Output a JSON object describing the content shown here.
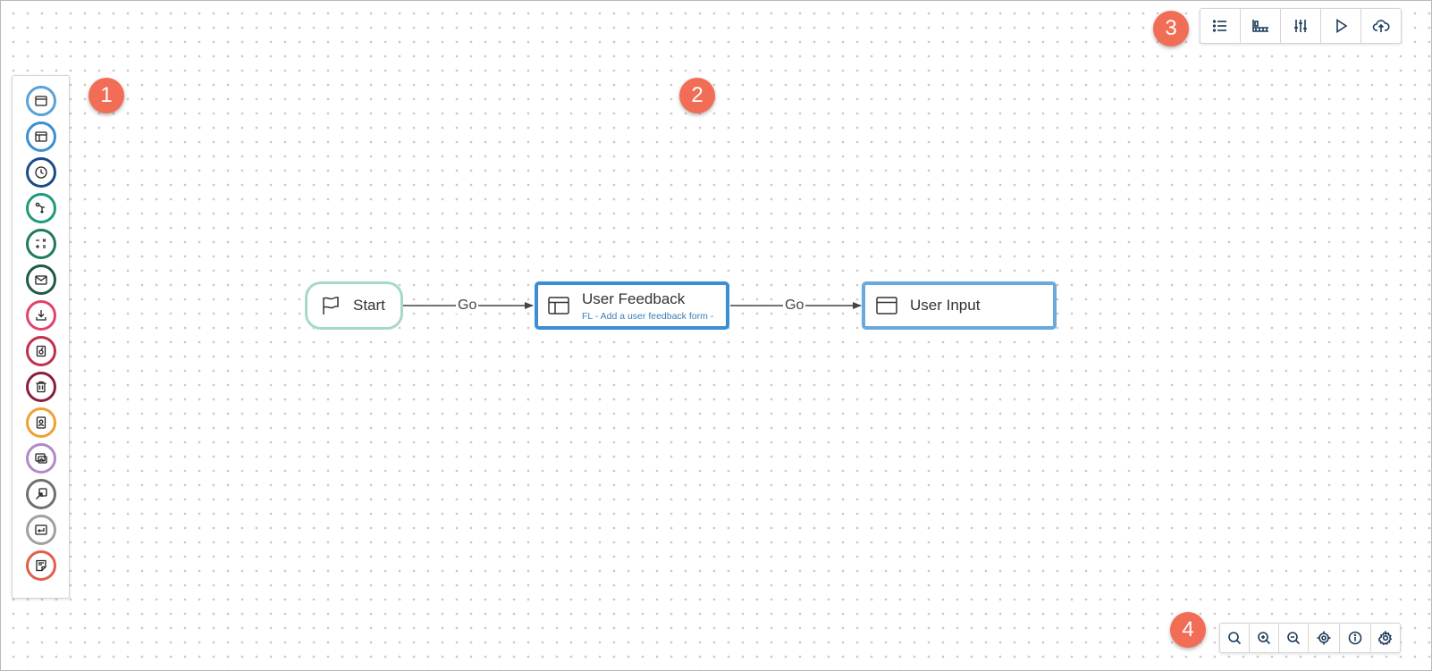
{
  "badges": [
    "1",
    "2",
    "3",
    "4"
  ],
  "palette": {
    "items": [
      {
        "name": "screen-icon",
        "color": "#5aa2d8"
      },
      {
        "name": "form-layout-icon",
        "color": "#3c8fd0"
      },
      {
        "name": "clock-icon",
        "color": "#1d4a8a"
      },
      {
        "name": "branch-icon",
        "color": "#1f9a7a"
      },
      {
        "name": "calculator-icon",
        "color": "#1f7a5a"
      },
      {
        "name": "mail-icon",
        "color": "#1d5a44"
      },
      {
        "name": "download-icon",
        "color": "#e0446a"
      },
      {
        "name": "document-edit-icon",
        "color": "#c0304a"
      },
      {
        "name": "trash-icon",
        "color": "#8a1f3a"
      },
      {
        "name": "contact-card-icon",
        "color": "#f0a030"
      },
      {
        "name": "image-gallery-icon",
        "color": "#b08ac8"
      },
      {
        "name": "external-link-icon",
        "color": "#707070"
      },
      {
        "name": "return-icon",
        "color": "#a0a0a0"
      },
      {
        "name": "note-icon",
        "color": "#e0604a"
      }
    ]
  },
  "toolbar_top": {
    "buttons": [
      "list-icon",
      "ruler-icon",
      "sliders-icon",
      "play-icon",
      "cloud-upload-icon"
    ]
  },
  "toolbar_bottom": {
    "buttons": [
      "search-icon",
      "zoom-in-icon",
      "zoom-out-icon",
      "target-icon",
      "info-icon",
      "settings-icon"
    ]
  },
  "flow": {
    "start": {
      "label": "Start",
      "color": "#a5d9c6"
    },
    "feedback": {
      "title": "User Feedback",
      "subtitle": "FL - Add a user feedback form -",
      "color": "#3b8ed3"
    },
    "input": {
      "title": "User Input",
      "color": "#6aa9dc"
    },
    "edge1_label": "Go",
    "edge2_label": "Go"
  }
}
